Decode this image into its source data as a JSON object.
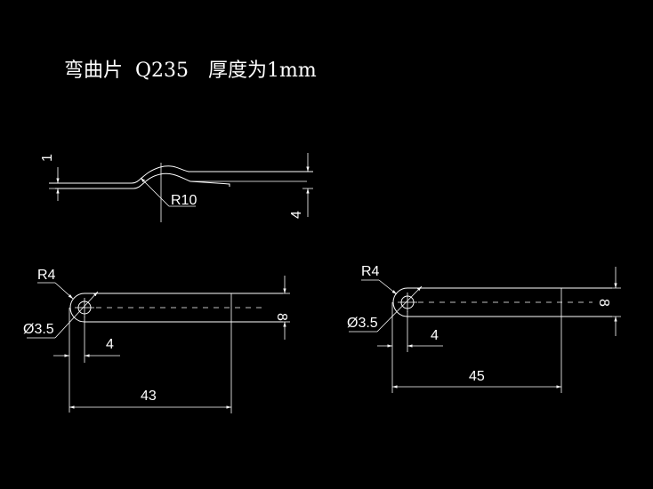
{
  "title": {
    "part_name": "弯曲片",
    "material": "Q235",
    "thickness": "厚度为1mm"
  },
  "side_view": {
    "thickness_dim": "1",
    "height_dim": "4",
    "radius_dim": "R10"
  },
  "flat_left": {
    "radius_dim": "R4",
    "hole_dim": "Ø3.5",
    "width_dim": "8",
    "hole_offset_dim": "4",
    "length_dim": "43"
  },
  "flat_right": {
    "radius_dim": "R4",
    "hole_dim": "Ø3.5",
    "width_dim": "8",
    "hole_offset_dim": "4",
    "length_dim": "45"
  },
  "colors": {
    "background": "#000000",
    "line": "#ffffff"
  }
}
